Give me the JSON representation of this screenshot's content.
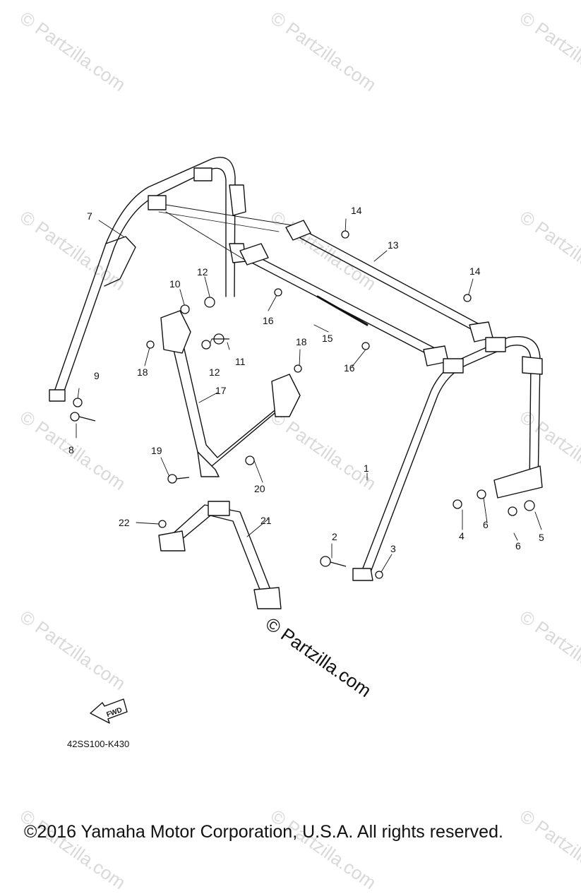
{
  "watermark": "© Partzilla.com",
  "center_watermark": "© Partzilla.com",
  "diagram_code": "42SS100-K430",
  "copyright": "©2016  Yamaha Motor Corporation, U.S.A. All rights reserved.",
  "fwd_label": "FWD",
  "callouts": [
    "1",
    "2",
    "3",
    "4",
    "5",
    "6",
    "6",
    "7",
    "8",
    "9",
    "10",
    "11",
    "12",
    "12",
    "13",
    "14",
    "14",
    "15",
    "16",
    "16",
    "17",
    "18",
    "18",
    "19",
    "20",
    "21",
    "22"
  ]
}
